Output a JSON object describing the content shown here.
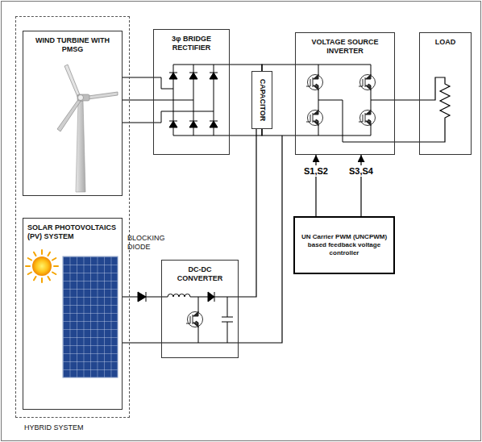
{
  "diagram": {
    "nodes": [
      {
        "text": [
          "HYBRID SYSTEM"
        ]
      },
      {
        "text": [
          "WIND TURBINE WITH PMSG"
        ],
        "in": 0
      },
      {
        "text": [
          "SOLAR PHOTOVOLTAICS (PV) SYSTEM"
        ],
        "in": 0
      },
      {
        "text": [
          "3φ BRIDGE RECTIFIER"
        ]
      },
      {
        "text": [
          "CAPACITOR"
        ]
      },
      {
        "text": [
          "VOLTAGE SOURCE INVERTER"
        ]
      },
      {
        "text": [
          "LOAD"
        ]
      },
      {
        "text": [
          "DC-DC CONVERTER"
        ]
      },
      {
        "text": [
          "UN Carrier PWM (UNCPWM) based feedback voltage controller"
        ]
      }
    ],
    "edges": [
      {
        "from": 1,
        "to": 3,
        "arrow": "none"
      },
      {
        "from": 3,
        "to": 4,
        "arrow": "none"
      },
      {
        "from": 4,
        "to": 5,
        "arrow": "none"
      },
      {
        "from": 5,
        "to": 6,
        "arrow": "none"
      },
      {
        "from": 2,
        "to": 7,
        "arrow": "none"
      },
      {
        "from": 7,
        "to": 4,
        "arrow": "none"
      },
      {
        "from": 8,
        "to": 5,
        "label": "S1,S2",
        "arrow": "to"
      },
      {
        "from": 8,
        "to": 5,
        "label": "S3,S4",
        "arrow": "to"
      }
    ],
    "labels": [
      "BLOCKING DIODE"
    ]
  }
}
